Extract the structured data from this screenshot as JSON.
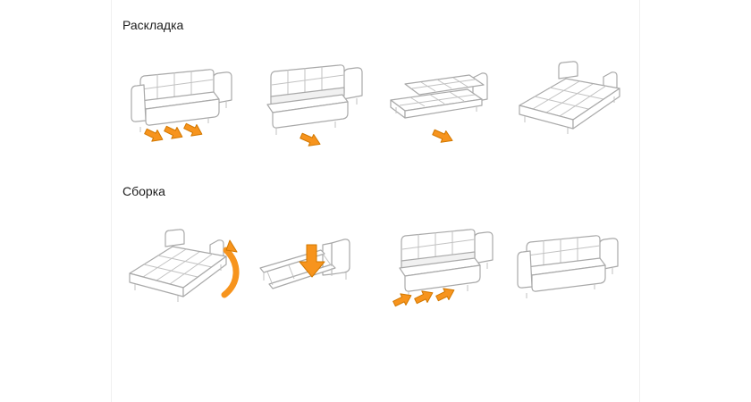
{
  "colors": {
    "arrow": "#F7941D",
    "arrow_outline": "#D27800",
    "line": "#A9A9A9",
    "background": "#FFFFFF"
  },
  "sections": [
    {
      "id": "unfold",
      "label": "Раскладка",
      "steps": [
        {
          "icon": "sofa-folded-pull-out-icon"
        },
        {
          "icon": "sofa-seat-extended-icon"
        },
        {
          "icon": "sofa-half-unfolded-icon"
        },
        {
          "icon": "sofa-bed-flat-icon"
        }
      ]
    },
    {
      "id": "fold",
      "label": "Сборка",
      "steps": [
        {
          "icon": "bed-lift-edge-icon"
        },
        {
          "icon": "frame-push-down-icon"
        },
        {
          "icon": "sofa-push-in-icon"
        },
        {
          "icon": "sofa-assembled-icon"
        }
      ]
    }
  ]
}
